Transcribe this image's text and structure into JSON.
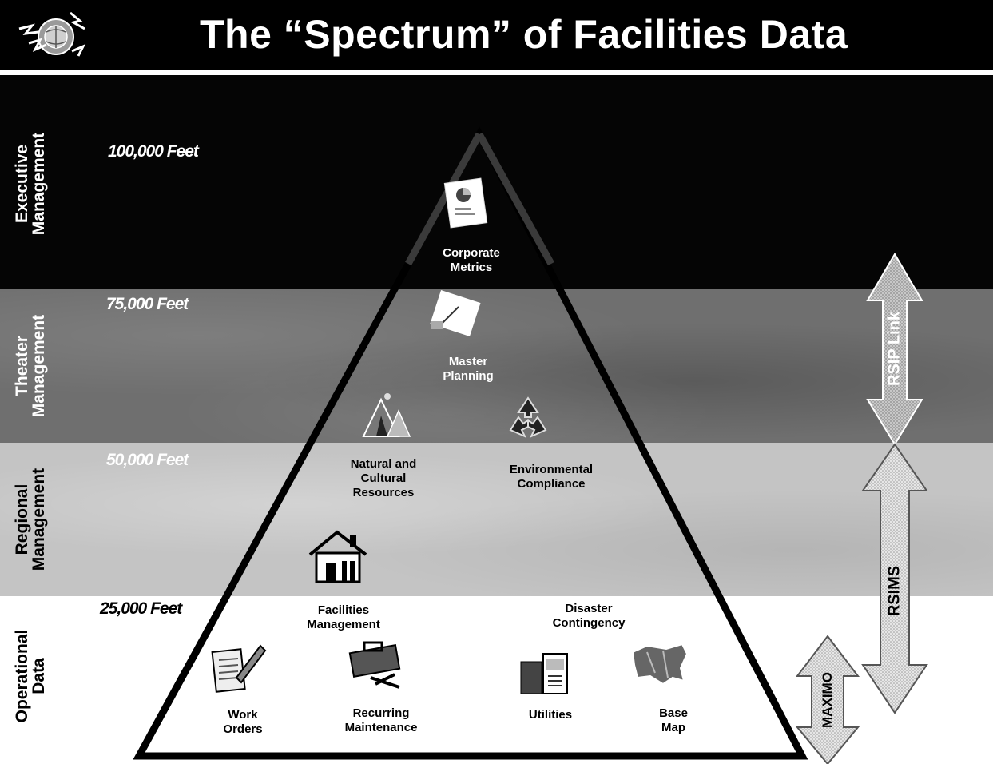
{
  "header": {
    "title": "The “Spectrum” of Facilities Data"
  },
  "bands": {
    "executive": {
      "label_line1": "Executive",
      "label_line2": "Management",
      "altitude": "100,000 Feet"
    },
    "theater": {
      "label_line1": "Theater",
      "label_line2": "Management",
      "altitude": "75,000 Feet"
    },
    "regional": {
      "label_line1": "Regional",
      "label_line2": "Management",
      "altitude": "50,000 Feet"
    },
    "operational": {
      "label_line1": "Operational",
      "label_line2": "Data",
      "altitude": "25,000 Feet"
    }
  },
  "nodes": {
    "corporate_metrics": {
      "line1": "Corporate",
      "line2": "Metrics",
      "icon": "report-icon"
    },
    "master_planning": {
      "line1": "Master",
      "line2": "Planning",
      "icon": "blueprint-icon"
    },
    "natural_cultural": {
      "line1": "Natural and",
      "line2": "Cultural",
      "line3": "Resources",
      "icon": "tree-mountain-icon"
    },
    "environmental": {
      "line1": "Environmental",
      "line2": "Compliance",
      "icon": "recycle-icon"
    },
    "facilities_mgmt": {
      "line1": "Facilities",
      "line2": "Management",
      "icon": "house-icon"
    },
    "disaster": {
      "line1": "Disaster",
      "line2": "Contingency"
    },
    "work_orders": {
      "line1": "Work",
      "line2": "Orders",
      "icon": "notepad-pencil-icon"
    },
    "recurring": {
      "line1": "Recurring",
      "line2": "Maintenance",
      "icon": "toolbox-icon"
    },
    "utilities": {
      "line1": "Utilities",
      "icon": "utility-panel-icon"
    },
    "base_map": {
      "line1": "Base",
      "line2": "Map",
      "icon": "us-map-icon"
    }
  },
  "systems": {
    "rsip": {
      "label": "RSIP Link"
    },
    "rsims": {
      "label": "RSIMS"
    },
    "maximo": {
      "label": "MAXIMO"
    }
  }
}
